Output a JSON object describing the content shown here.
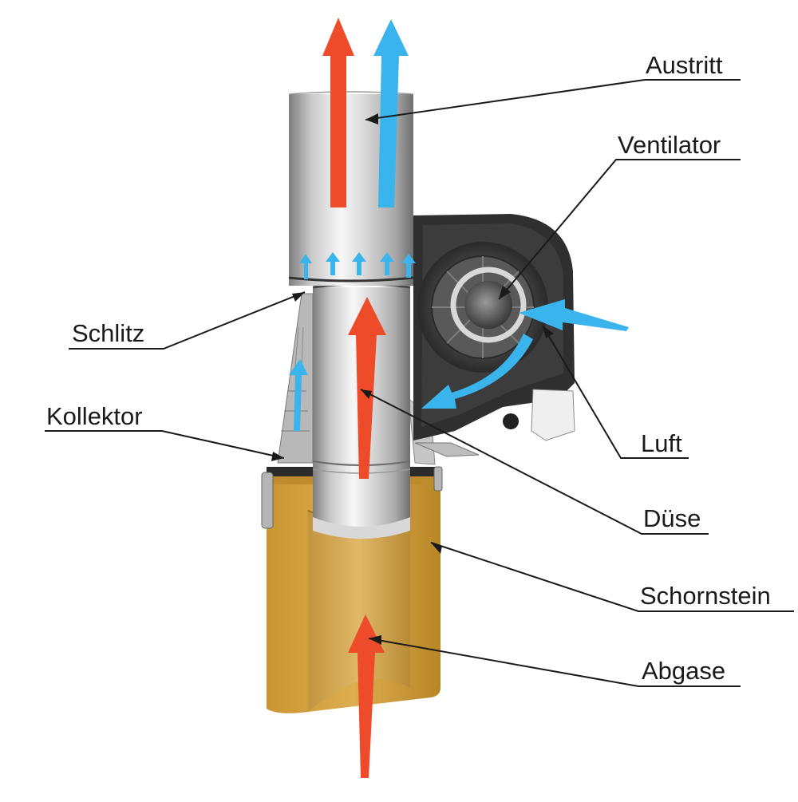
{
  "labels": {
    "austritt": "Austritt",
    "ventilator": "Ventilator",
    "schlitz": "Schlitz",
    "kollektor": "Kollektor",
    "luft": "Luft",
    "duese": "Düse",
    "schornstein": "Schornstein",
    "abgase": "Abgase"
  },
  "colors": {
    "hot_arrow": "#ee4b2b",
    "cold_arrow": "#3ab4ec",
    "chimney": "#d2a23c",
    "chimney_dark": "#a8781e",
    "steel_light": "#f2f2f2",
    "steel_dark": "#8c8c8c",
    "fan_housing": "#3c3c3c"
  },
  "icons": {
    "hot_flow": "red-arrow-icon",
    "cold_flow": "blue-arrow-icon"
  }
}
